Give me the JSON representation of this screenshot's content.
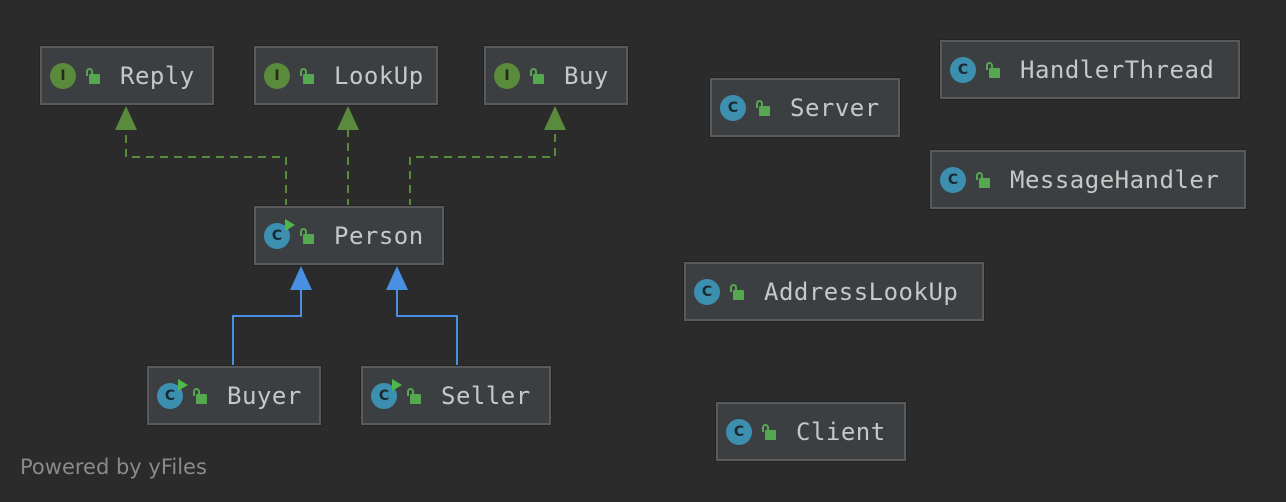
{
  "diagram": {
    "nodes": [
      {
        "id": "reply",
        "label": "Reply",
        "kind": "interface",
        "badge_letter": "I",
        "abstract": false
      },
      {
        "id": "lookup",
        "label": "LookUp",
        "kind": "interface",
        "badge_letter": "I",
        "abstract": false
      },
      {
        "id": "buy",
        "label": "Buy",
        "kind": "interface",
        "badge_letter": "I",
        "abstract": false
      },
      {
        "id": "person",
        "label": "Person",
        "kind": "class",
        "badge_letter": "C",
        "abstract": true
      },
      {
        "id": "buyer",
        "label": "Buyer",
        "kind": "class",
        "badge_letter": "C",
        "abstract": true
      },
      {
        "id": "seller",
        "label": "Seller",
        "kind": "class",
        "badge_letter": "C",
        "abstract": true
      },
      {
        "id": "server",
        "label": "Server",
        "kind": "class",
        "badge_letter": "C",
        "abstract": false
      },
      {
        "id": "handlerthread",
        "label": "HandlerThread",
        "kind": "class",
        "badge_letter": "C",
        "abstract": false
      },
      {
        "id": "messagehandler",
        "label": "MessageHandler",
        "kind": "class",
        "badge_letter": "C",
        "abstract": false
      },
      {
        "id": "addresslookup",
        "label": "AddressLookUp",
        "kind": "class",
        "badge_letter": "C",
        "abstract": false
      },
      {
        "id": "client",
        "label": "Client",
        "kind": "class",
        "badge_letter": "C",
        "abstract": false
      }
    ],
    "edges": [
      {
        "from": "person",
        "to": "reply",
        "type": "implements"
      },
      {
        "from": "person",
        "to": "lookup",
        "type": "implements"
      },
      {
        "from": "person",
        "to": "buy",
        "type": "implements"
      },
      {
        "from": "buyer",
        "to": "person",
        "type": "extends"
      },
      {
        "from": "seller",
        "to": "person",
        "type": "extends"
      }
    ]
  },
  "colors": {
    "background": "#2b2b2b",
    "node_fill": "#3c3f41",
    "node_border": "#5a5a5a",
    "interface_badge": "#5a8a3c",
    "class_badge": "#3d8fb0",
    "implements_edge": "#5a8a3c",
    "extends_edge": "#4a90e2",
    "label_text": "#c5c8c6"
  },
  "footer": {
    "text": "Powered by yFiles"
  }
}
